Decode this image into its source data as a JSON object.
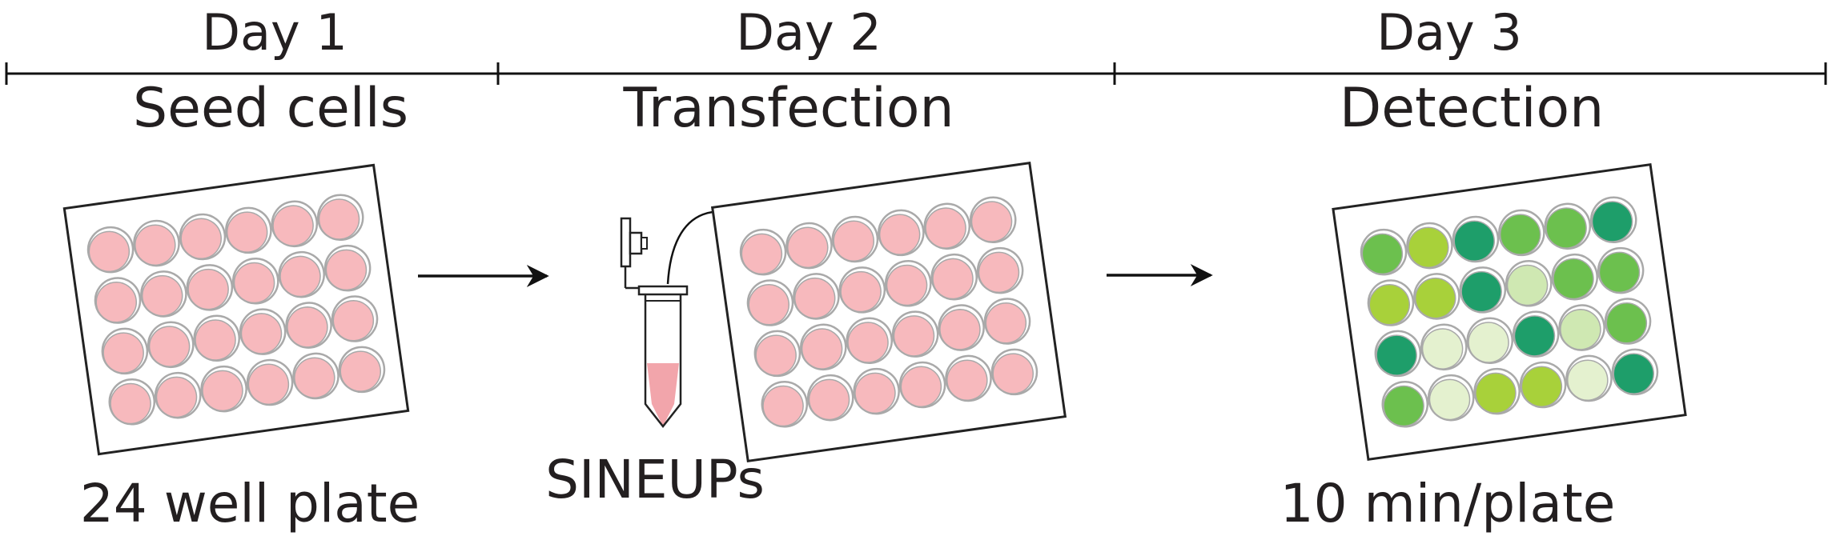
{
  "timeline": {
    "days": [
      {
        "label": "Day 1",
        "step": "Seed cells"
      },
      {
        "label": "Day 2",
        "step": "Transfection"
      },
      {
        "label": "Day 3",
        "step": "Detection"
      }
    ]
  },
  "annotations": {
    "plate_label": "24 well plate",
    "reagent_label": "SINEUPs",
    "time_label": "10 min/plate"
  },
  "colors": {
    "line": "#111111",
    "plate_border": "#222222",
    "well_ring": "#a9a9a9",
    "well_pink": "#f7b9bd",
    "tube_fill": "#f2a5ab",
    "green_palette": {
      "d": "#1e9e6a",
      "m": "#6cc04e",
      "y": "#a8d13a",
      "p": "#cfe8b2",
      "l": "#e4f1cf"
    }
  },
  "plates": {
    "rows": 4,
    "cols": 6,
    "detection_pattern": [
      [
        "m",
        "y",
        "d",
        "m",
        "m",
        "d"
      ],
      [
        "y",
        "y",
        "d",
        "p",
        "m",
        "m"
      ],
      [
        "d",
        "l",
        "l",
        "d",
        "p",
        "m"
      ],
      [
        "m",
        "l",
        "y",
        "y",
        "l",
        "d"
      ]
    ]
  }
}
